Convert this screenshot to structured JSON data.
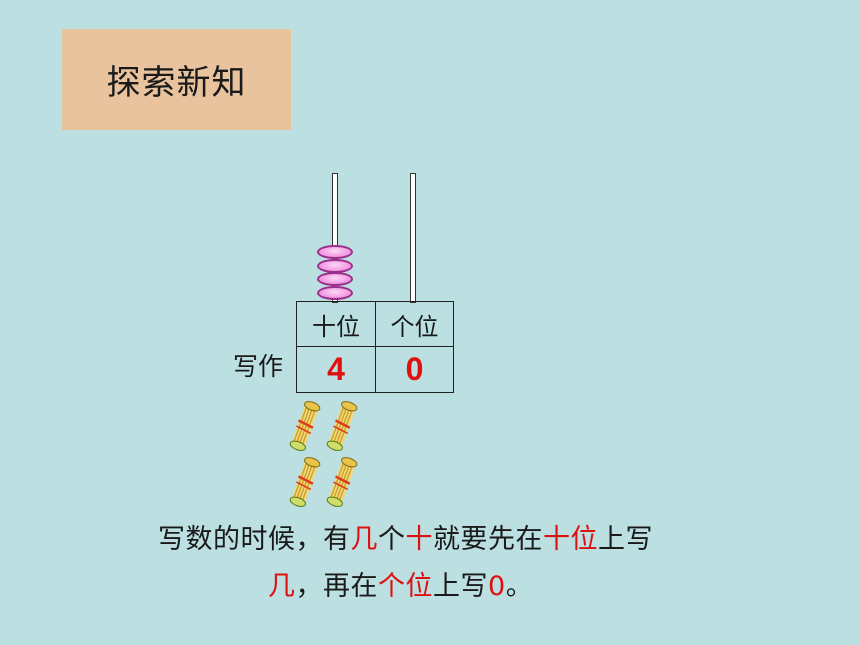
{
  "title": "探索新知",
  "abacus": {
    "tens_beads": 4,
    "ones_beads": 0
  },
  "place_table": {
    "headers": [
      "十位",
      "个位"
    ],
    "digits": [
      "4",
      "0"
    ]
  },
  "write_as_label": "写作",
  "stick_bundles": 4,
  "sentence": {
    "line1": [
      {
        "text": "写数的时候，有",
        "red": false
      },
      {
        "text": "几",
        "red": true
      },
      {
        "text": "个",
        "red": false
      },
      {
        "text": "十",
        "red": true
      },
      {
        "text": "就要先在",
        "red": false
      },
      {
        "text": "十位",
        "red": true
      },
      {
        "text": "上写",
        "red": false
      }
    ],
    "line2": [
      {
        "text": "几",
        "red": true
      },
      {
        "text": "，再在",
        "red": false
      },
      {
        "text": "个位",
        "red": true
      },
      {
        "text": "上写",
        "red": false
      },
      {
        "text": "0",
        "red": true
      },
      {
        "text": "。",
        "red": false
      }
    ]
  },
  "colors": {
    "background": "#bce0e2",
    "title_box": "#e9c39d",
    "highlight_red": "#e01010",
    "bead": "#f3a2e6"
  }
}
